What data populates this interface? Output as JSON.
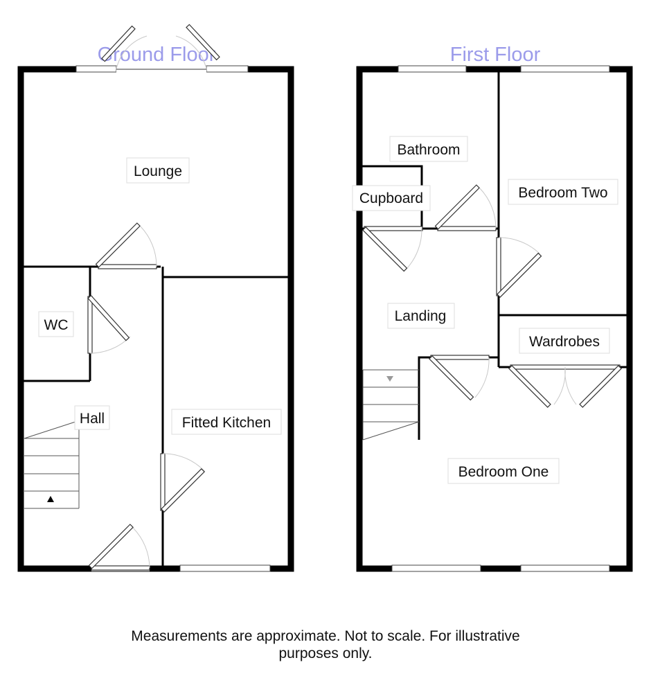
{
  "floors": [
    {
      "title": "Ground Floor",
      "rooms": [
        "Lounge",
        "WC",
        "Hall",
        "Fitted Kitchen"
      ]
    },
    {
      "title": "First Floor",
      "rooms": [
        "Bathroom",
        "Cupboard",
        "Bedroom Two",
        "Landing",
        "Wardrobes",
        "Bedroom One"
      ]
    }
  ],
  "disclaimer": {
    "line1": "Measurements are approximate. Not to scale. For illustrative",
    "line2": "purposes only."
  },
  "colors": {
    "title": "#9b9bea",
    "wall": "#000000",
    "background": "#ffffff"
  }
}
